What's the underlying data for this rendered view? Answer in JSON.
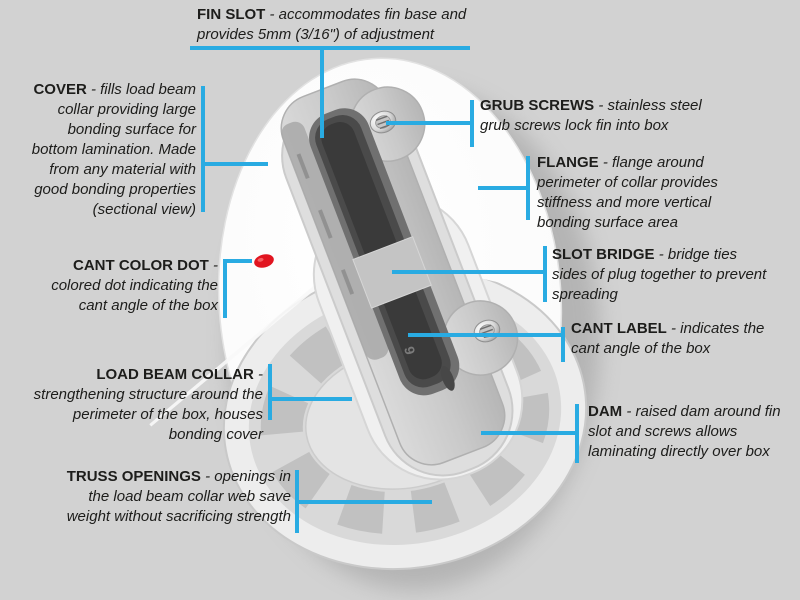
{
  "colors": {
    "background": "#d2d2d2",
    "leader_line": "#29abe2",
    "text": "#1d1d1b",
    "cant_dot_red": "#e11520"
  },
  "figure": {
    "subject": "fin box exploded technical illustration",
    "embossed_cant_marking": "9"
  },
  "callouts": {
    "fin_slot": {
      "term": "FIN SLOT",
      "desc": "- accommodates fin base and provides 5mm (3/16\") of adjustment"
    },
    "cover": {
      "term": "COVER",
      "desc": "- fills load beam collar providing large bonding surface for bottom lamination. Made from any material with good bonding properties (sectional view)"
    },
    "cant_color_dot": {
      "term": "CANT COLOR DOT",
      "desc": "- colored dot indicating the cant angle of the box"
    },
    "load_beam_collar": {
      "term": "LOAD BEAM COLLAR",
      "desc": "- strengthening structure around the perimeter of the box, houses bonding cover"
    },
    "truss_openings": {
      "term": "TRUSS OPENINGS",
      "desc": "- openings in the load beam collar web save weight without sacrificing strength"
    },
    "grub_screws": {
      "term": "GRUB SCREWS",
      "desc": "- stainless steel grub screws lock fin into box"
    },
    "flange": {
      "term": "FLANGE",
      "desc": "- flange around perimeter of collar provides stiffness and more vertical bonding surface area"
    },
    "slot_bridge": {
      "term": "SLOT BRIDGE",
      "desc": "- bridge ties sides of plug together to prevent spreading"
    },
    "cant_label": {
      "term": "CANT LABEL",
      "desc": "- indicates the cant angle of the box"
    },
    "dam": {
      "term": "DAM",
      "desc": "- raised dam around fin slot and screws allows laminating directly over box"
    }
  }
}
